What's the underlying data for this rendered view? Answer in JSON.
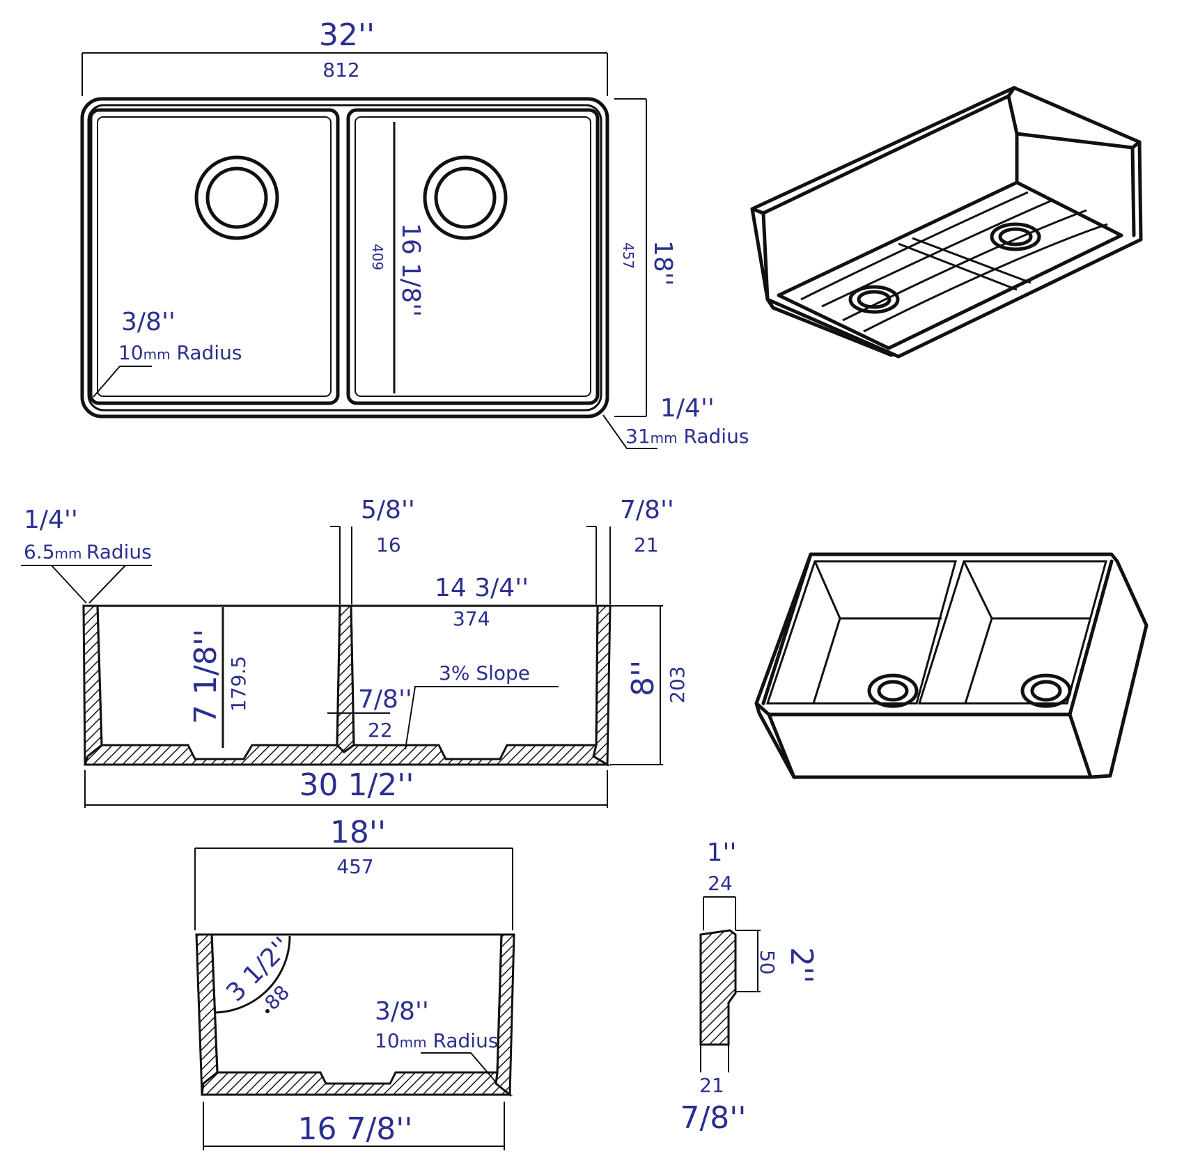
{
  "colors": {
    "dimension_text": "#2a2f8f",
    "line": "#111111",
    "background": "#ffffff"
  },
  "top_view": {
    "overall_width_in": "32''",
    "overall_width_mm": "812",
    "depth_in": "18''",
    "depth_mm": "457",
    "bowl_depth_in": "16 1/8''",
    "bowl_depth_mm": "409",
    "inner_radius_in": "3/8''",
    "inner_radius_mm_num": "10",
    "inner_radius_mm_unit": "mm",
    "inner_radius_label": "Radius",
    "outer_radius_in": "1/4''",
    "outer_radius_mm_num": "31",
    "outer_radius_mm_unit": "mm",
    "outer_radius_label": "Radius"
  },
  "front_section": {
    "edge_radius_in": "1/4''",
    "edge_radius_mm_num": "6.5",
    "edge_radius_mm_unit": "mm",
    "edge_radius_label": "Radius",
    "divider_in": "5/8''",
    "divider_mm": "16",
    "side_wall_in": "7/8''",
    "side_wall_mm": "21",
    "bowl_width_in": "14 3/4''",
    "bowl_width_mm": "374",
    "bowl_height_in": "7 1/8''",
    "bowl_height_mm": "179.5",
    "slope": "3% Slope",
    "floor_in": "7/8''",
    "floor_mm": "22",
    "height_in": "8''",
    "height_mm": "203",
    "bottom_width_in": "30 1/2''"
  },
  "side_section": {
    "width_in": "18''",
    "width_mm": "457",
    "arc_in": "3 1/2''",
    "arc_mm": "88",
    "radius_in": "3/8''",
    "radius_mm_num": "10",
    "radius_mm_unit": "mm",
    "radius_label": "Radius",
    "bottom_width_in": "16 7/8''"
  },
  "apron_detail": {
    "top_in": "1''",
    "top_mm": "24",
    "height_in": "2''",
    "height_mm": "50",
    "bottom_mm": "21",
    "bottom_in": "7/8''"
  }
}
